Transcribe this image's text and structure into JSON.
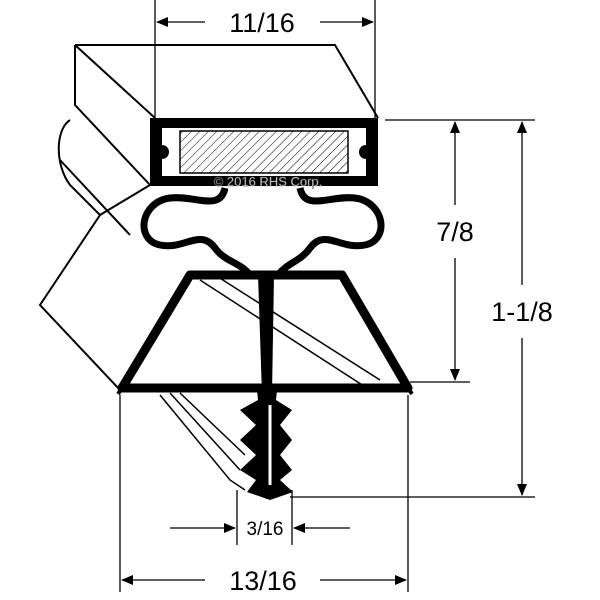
{
  "dimensions": {
    "top_width": "11/16",
    "magnet_height": "7/8",
    "overall_height": "1-1/8",
    "dart_width": "3/16",
    "base_width": "13/16"
  },
  "copyright": "© 2016 RHS Corp.",
  "colors": {
    "line": "#000000",
    "background": "#ffffff"
  }
}
